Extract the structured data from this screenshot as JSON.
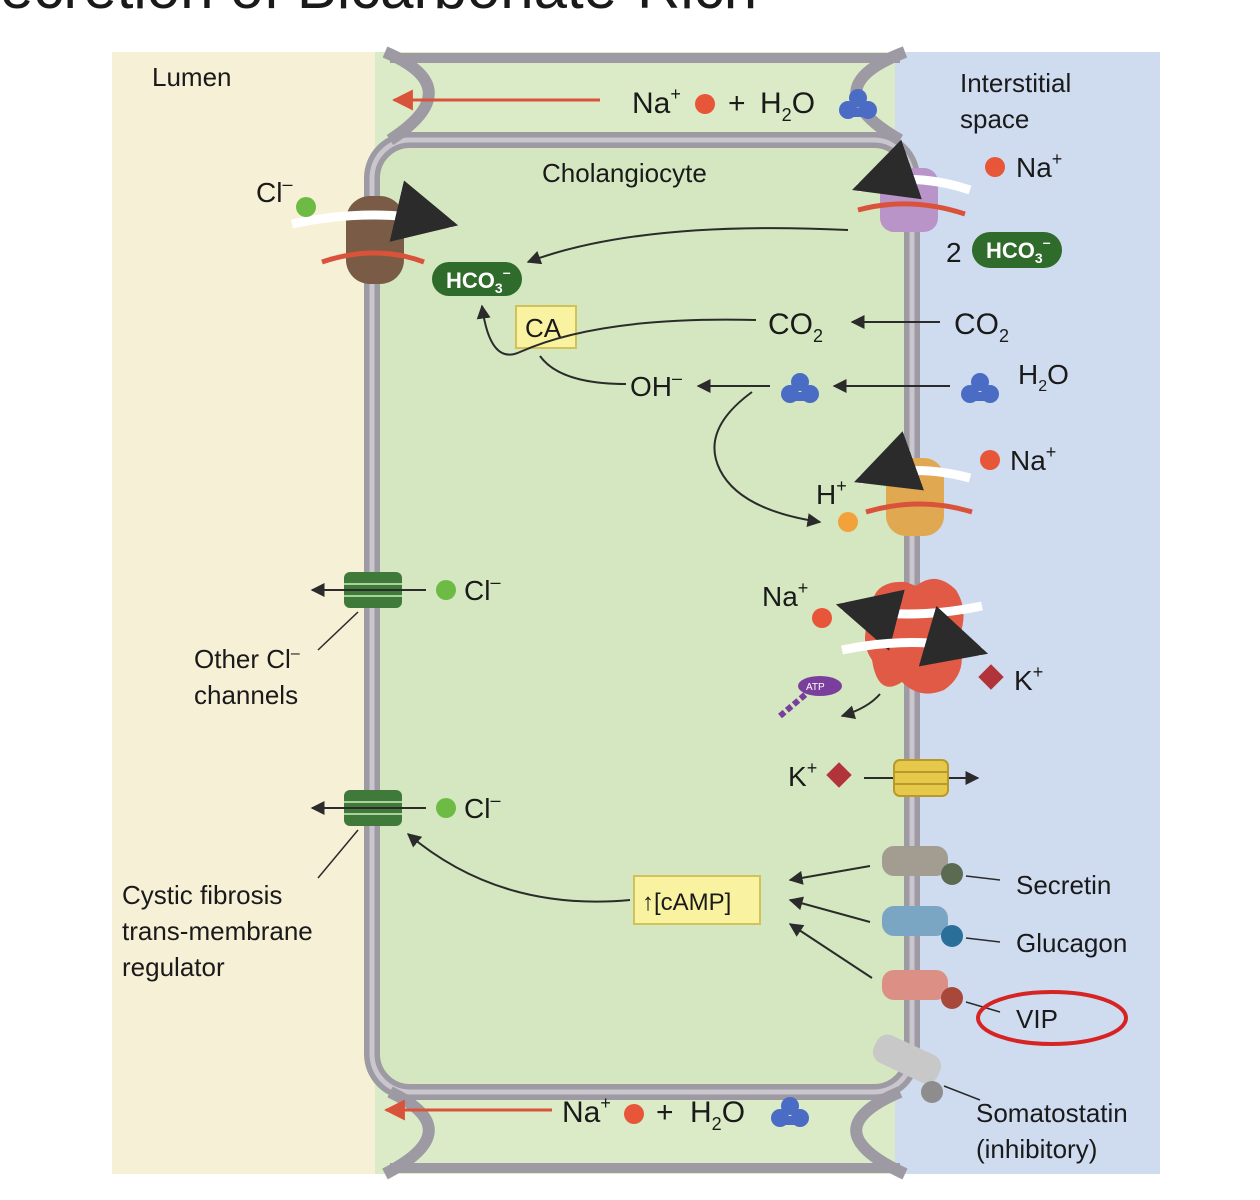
{
  "header_fragment": "ecretion of Bicarbonate-Rich",
  "regions": {
    "lumen": "Lumen",
    "interstitial_line1": "Interstitial",
    "interstitial_line2": "space",
    "cell": "Cholangiocyte"
  },
  "ions": {
    "na": "Na",
    "cl": "Cl",
    "k": "K",
    "h": "H",
    "oh": "OH",
    "co2": "CO",
    "h2o_h": "H",
    "h2o_o": "O",
    "sub2": "2",
    "plus": "+",
    "minus": "–",
    "hco": "HCO",
    "sub3": "3",
    "coefficient": "2",
    "plus_join": "+"
  },
  "boxes": {
    "ca": "CA",
    "camp": "↑[cAMP]",
    "atp": "ATP"
  },
  "labels": {
    "other_cl_line1": "Other Cl",
    "other_cl_line2": "channels",
    "cftr_line1": "Cystic fibrosis",
    "cftr_line2": "trans-membrane",
    "cftr_line3": "regulator"
  },
  "receptors": {
    "secretin": "Secretin",
    "glucagon": "Glucagon",
    "vip": "VIP",
    "somatostatin_line1": "Somatostatin",
    "somatostatin_line2": "(inhibitory)"
  },
  "colors": {
    "lumen_bg": "#f6f0d6",
    "cell_bg": "#dcebc7",
    "interstitial_bg": "#cfdcf0",
    "membrane": "#9d9aa3",
    "na_dot": "#e8563a",
    "cl_dot": "#6dbb45",
    "k_diamond": "#b0343a",
    "h_dot": "#f2a23a",
    "water": "#4a6cc4",
    "hco3_pill": "#2f6b2a",
    "highlight": "#d62424",
    "box_fill": "#f9f2a0"
  }
}
